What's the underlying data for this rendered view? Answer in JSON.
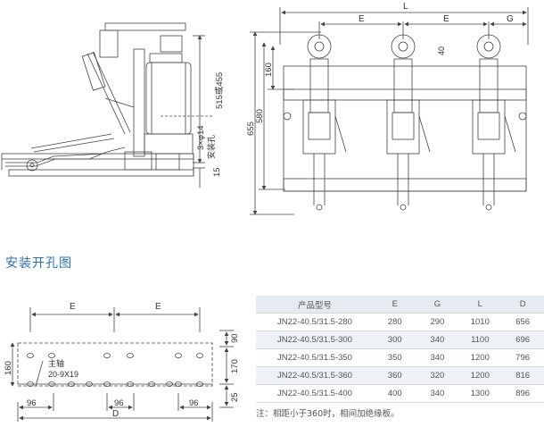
{
  "side_view": {
    "dims": {
      "h1": "515或455",
      "h2": "15",
      "holes": "3×φ14",
      "holes_note": "安装孔"
    }
  },
  "front_view": {
    "dims": {
      "L": "L",
      "E1": "E",
      "E2": "E",
      "G": "G",
      "h655": "655",
      "h580": "580",
      "h160": "160",
      "h40": "40"
    }
  },
  "mounting": {
    "section_title": "安装开孔图",
    "dims": {
      "E1": "E",
      "E2": "E",
      "h160": "160",
      "h170": "170",
      "h90": "90",
      "h25": "25",
      "w96a": "96",
      "w96b": "96",
      "w96c": "96",
      "D": "D",
      "shaft_label": "主轴",
      "slot_label": "20-9X19"
    }
  },
  "spec_table": {
    "headers": [
      "产品型号",
      "E",
      "G",
      "L",
      "D"
    ],
    "rows": [
      [
        "JN22-40.5/31.5-280",
        "280",
        "290",
        "1010",
        "656"
      ],
      [
        "JN22-40.5/31.5-300",
        "300",
        "340",
        "1100",
        "696"
      ],
      [
        "JN22-40.5/31.5-350",
        "350",
        "340",
        "1200",
        "796"
      ],
      [
        "JN22-40.5/31.5-360",
        "360",
        "320",
        "1200",
        "816"
      ],
      [
        "JN22-40.5/31.5-400",
        "400",
        "340",
        "1300",
        "896"
      ]
    ],
    "note": "注：相距小于360时，相间加绝缘板。"
  }
}
